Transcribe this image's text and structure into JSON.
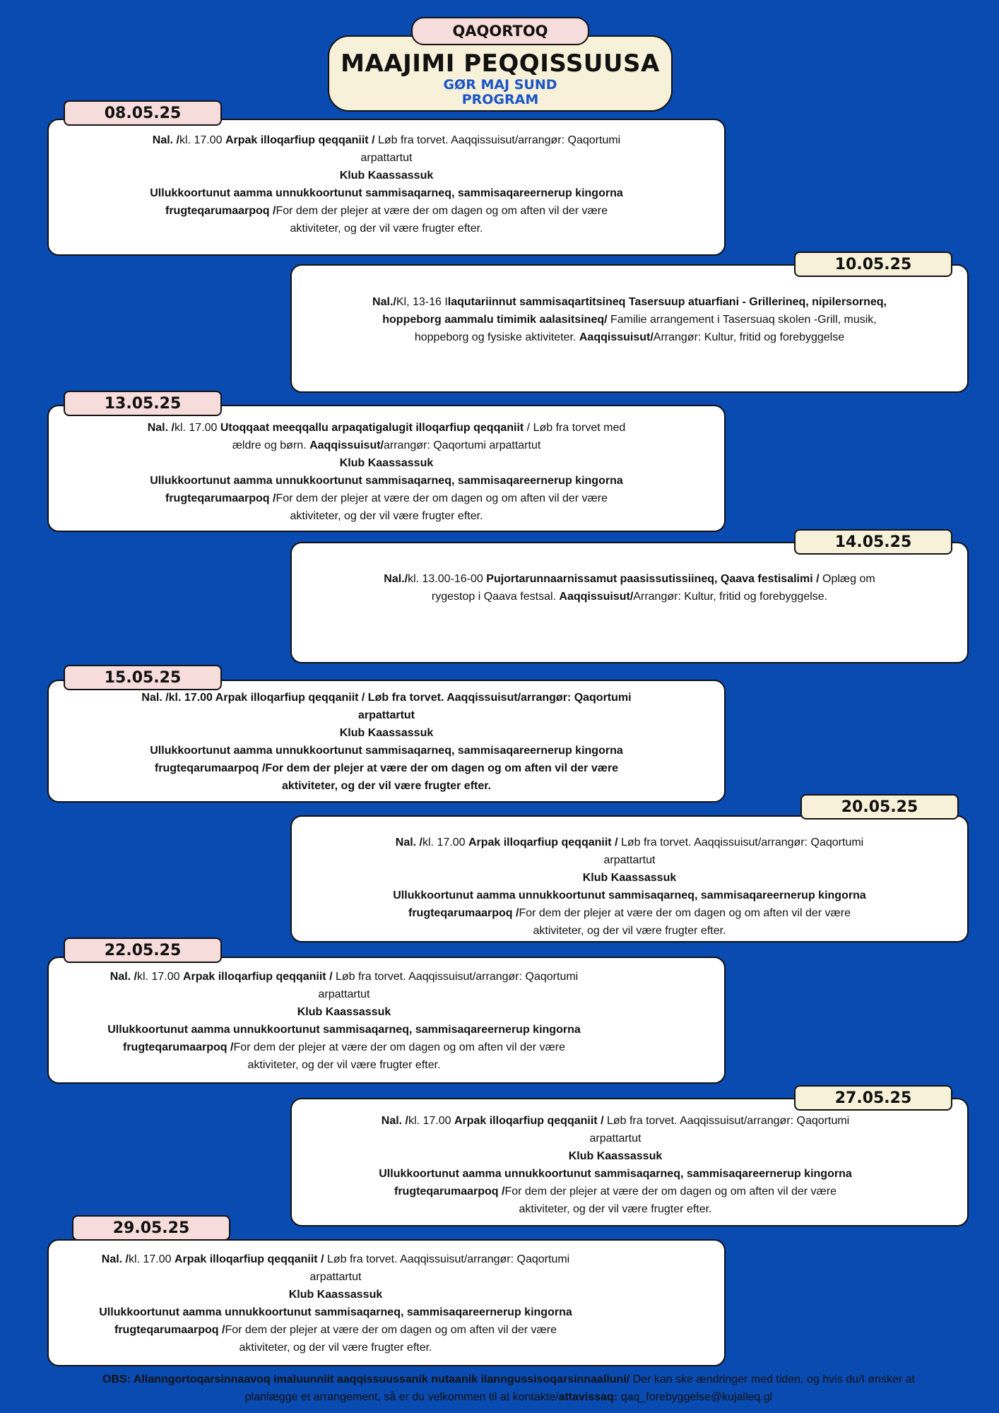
{
  "header": {
    "town": "QAQORTOQ",
    "title": "MAAJIMI PEQQISSUUSA",
    "subtitle1": "GØR MAJ SUND",
    "subtitle2": "PROGRAM"
  },
  "events": [
    {
      "date": "08.05.25",
      "l1a": "Nal. /",
      "l1b": "kl. 17.00 ",
      "l1c": "Arpak illoqarfiup qeqqaniit /",
      "l1d": " Løb fra torvet. Aaqqissuisut/arrangør: Qaqortumi",
      "l2": "arpattartut",
      "l3": "Klub Kaassassuk",
      "l4": "Ullukkoortunut aamma unnukkoortunut sammisaqarneq, sammisaqareernerup kingorna",
      "l5a": "frugteqarumaarpoq /",
      "l5b": "For dem der plejer at være der om dagen og om aften vil der være",
      "l6": "aktiviteter, og der vil være frugter efter."
    },
    {
      "date": "10.05.25",
      "l1a": "Nal./",
      "l1b": "Kl, 13-16 I",
      "l1c": "laqutariinnut sammisaqartitsineq Tasersuup atuarfiani - Grillerineq, nipilersorneq,",
      "l2a": "hoppeborg aammalu timimik aalasitsineq/",
      "l2b": " Familie arrangement i Tasersuaq skolen -Grill, musik,",
      "l3a": "hoppeborg og fysiske aktiviteter. ",
      "l3b": "Aaqqissuisut/",
      "l3c": "Arrangør: Kultur, fritid og forebyggelse"
    },
    {
      "date": "13.05.25",
      "l1a": "Nal. /",
      "l1b": "kl. 17.00 ",
      "l1c": "Utoqqaat meeqqallu arpaqatigalugit illoqarfiup qeqqaniit",
      "l1d": " / Løb fra torvet med",
      "l2a": "ældre og børn. ",
      "l2b": "Aaqqissuisut/",
      "l2c": "arrangør: Qaqortumi arpattartut",
      "l3": "Klub Kaassassuk",
      "l4": "Ullukkoortunut aamma unnukkoortunut sammisaqarneq, sammisaqareernerup kingorna",
      "l5a": "frugteqarumaarpoq /",
      "l5b": "For dem der plejer at være der om dagen og om aften vil der være",
      "l6": "aktiviteter, og der vil være frugter efter."
    },
    {
      "date": "14.05.25",
      "l1a": "Nal./",
      "l1b": "kl. 13.00-16-00 ",
      "l1c": "Pujortarunnaarnissamut paasissutissiineq, Qaava festisalimi /",
      "l1d": " Oplæg om",
      "l2a": "rygestop i Qaava festsal.  ",
      "l2b": "Aaqqissuisut/",
      "l2c": "Arrangør: Kultur, fritid og forebyggelse."
    },
    {
      "date": "15.05.25",
      "l1": "Nal. /kl. 17.00 Arpak illoqarfiup qeqqaniit / Løb fra torvet. Aaqqissuisut/arrangør: Qaqortumi",
      "l2": "arpattartut",
      "l3": "Klub Kaassassuk",
      "l4": "Ullukkoortunut aamma unnukkoortunut sammisaqarneq, sammisaqareernerup kingorna",
      "l5": "frugteqarumaarpoq /For dem der plejer at være der om dagen og om aften vil der være",
      "l6": "aktiviteter, og der vil være frugter efter."
    },
    {
      "date": "20.05.25",
      "l1a": "Nal. /",
      "l1b": "kl. 17.00 ",
      "l1c": "Arpak illoqarfiup qeqqaniit /",
      "l1d": " Løb fra torvet. Aaqqissuisut/arrangør: Qaqortumi",
      "l2": "arpattartut",
      "l3": "Klub Kaassassuk",
      "l4": "Ullukkoortunut aamma unnukkoortunut sammisaqarneq, sammisaqareernerup kingorna",
      "l5a": "frugteqarumaarpoq /",
      "l5b": "For dem der plejer at være der om dagen og om aften vil der være",
      "l6": "aktiviteter, og der vil være frugter efter."
    },
    {
      "date": "22.05.25",
      "l1a": "Nal. /",
      "l1b": "kl. 17.00 ",
      "l1c": "Arpak illoqarfiup qeqqaniit /",
      "l1d": " Løb fra torvet. Aaqqissuisut/arrangør: Qaqortumi",
      "l2": "arpattartut",
      "l3": "Klub Kaassassuk",
      "l4": "Ullukkoortunut aamma unnukkoortunut sammisaqarneq, sammisaqareernerup kingorna",
      "l5a": "frugteqarumaarpoq /",
      "l5b": "For dem der plejer at være der om dagen og om aften vil der være",
      "l6": "aktiviteter, og der vil være frugter efter."
    },
    {
      "date": "27.05.25",
      "l1a": "Nal. /",
      "l1b": "kl. 17.00 ",
      "l1c": "Arpak illoqarfiup qeqqaniit /",
      "l1d": " Løb fra torvet. Aaqqissuisut/arrangør: Qaqortumi",
      "l2": "arpattartut",
      "l3": "Klub Kaassassuk",
      "l4": "Ullukkoortunut aamma unnukkoortunut sammisaqarneq, sammisaqareernerup kingorna",
      "l5a": "frugteqarumaarpoq /",
      "l5b": "For dem der plejer at være der om dagen og om aften vil der være",
      "l6": "aktiviteter, og der vil være frugter efter."
    },
    {
      "date": "29.05.25",
      "l1a": "Nal. /",
      "l1b": "kl. 17.00 ",
      "l1c": "Arpak illoqarfiup qeqqaniit /",
      "l1d": " Løb fra torvet. Aaqqissuisut/arrangør: Qaqortumi",
      "l2": "arpattartut",
      "l3": "Klub Kaassassuk",
      "l4": "Ullukkoortunut aamma unnukkoortunut sammisaqarneq, sammisaqareernerup kingorna",
      "l5a": "frugteqarumaarpoq /",
      "l5b": "For dem der plejer at være der om dagen og om aften vil der være",
      "l6": "aktiviteter, og der vil være frugter efter."
    }
  ],
  "footer": {
    "a": "OBS: Allanngortoqarsinnaavoq imaluunniit aaqqissuussanik nutaanik ilanngussisoqarsinnaalluni/",
    "b": " Der kan ske ændringer med tiden, og hvis du/I ønsker at",
    "c": "planlægge et arrangement, så er du velkommen til at kontakte/",
    "d": "attavissaq:",
    "e": " qaq_forebyggelse@kujalleq.gl"
  },
  "colors": {
    "background": "#0a4bb2",
    "pink_tab": "#f7dcdc",
    "cream_tab": "#f6f1d8",
    "subtitle_blue": "#1c55c8"
  }
}
